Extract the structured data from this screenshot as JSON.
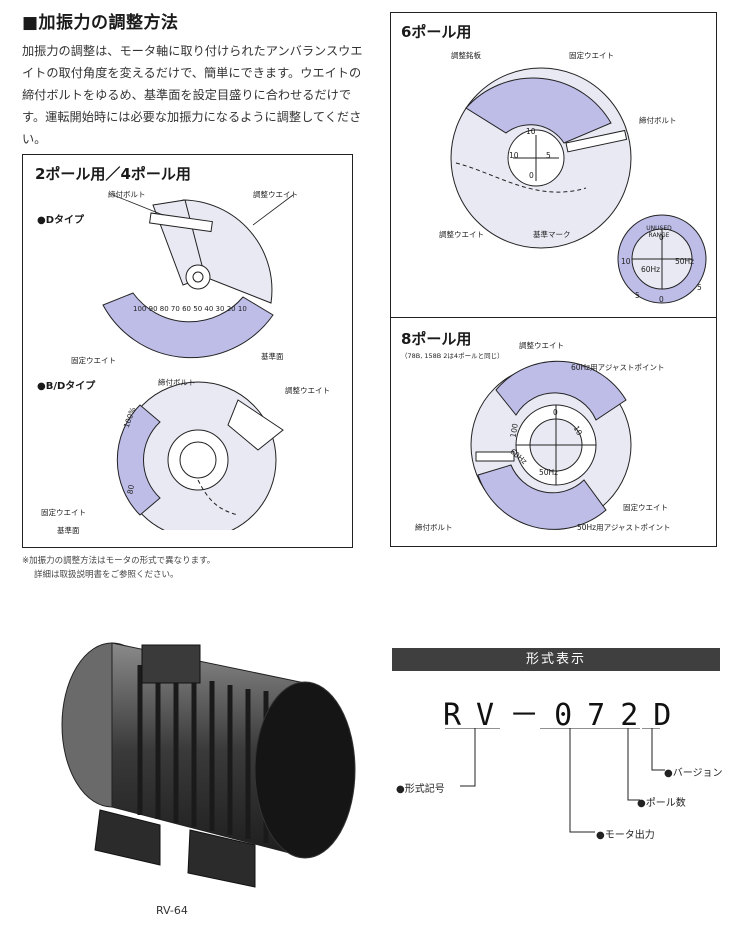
{
  "page": {
    "heading": "■加振力の調整方法",
    "intro": "加振力の調整は、モータ軸に取り付けられたアンバランスウエイトの取付角度を変えるだけで、簡単にできます。ウエイトの締付ボルトをゆるめ、基準面を設定目盛りに合わせるだけです。運転開始時には必要な加振力になるように調整してください。"
  },
  "panel_2_4": {
    "title": "2ポール用／4ポール用",
    "d_type": "●Dタイプ",
    "bd_type": "●B/Dタイプ",
    "d_labels": {
      "bolt": "締付ボルト",
      "adj_weight": "調整ウエイト",
      "fixed_weight": "固定ウエイト",
      "ref_face": "基準面"
    },
    "bd_labels": {
      "bolt": "締付ボルト",
      "adj_weight": "調整ウエイト",
      "fixed_weight": "固定ウエイト",
      "ref_face": "基準面"
    },
    "d_scale": [
      "100",
      "90",
      "80",
      "70",
      "60",
      "50",
      "40",
      "30",
      "20",
      "10"
    ],
    "bd_scale_top": "100%",
    "bd_scale_bottom": "80"
  },
  "panel_6": {
    "title": "6ポール用",
    "labels": {
      "nameplate": "調整銘板",
      "fixed_weight": "固定ウエイト",
      "bolt": "締付ボルト",
      "adj_weight": "調整ウエイト",
      "ref_mark": "基準マーク"
    },
    "dial_numbers": [
      "10",
      "5",
      "0",
      "10"
    ],
    "big_dial": {
      "top": "UNUSED RANGE",
      "n10": "10",
      "n0": "0",
      "n5l": "5",
      "n5r": "5",
      "n0b": "0",
      "hz60": "60Hz",
      "hz50": "50Hz"
    }
  },
  "panel_8": {
    "title": "8ポール用",
    "subtitle": "（78B, 158B 2は4ポールと同じ）",
    "labels": {
      "adj_weight": "調整ウエイト",
      "point_60": "60Hz用アジャストポイント",
      "fixed_weight": "固定ウエイト",
      "bolt": "締付ボルト",
      "point_50": "50Hz用アジャストポイント"
    },
    "dial": {
      "n100": "100",
      "n0": "0",
      "n10": "10",
      "n60": "60Hz",
      "n50": "50Hz"
    }
  },
  "footnote": {
    "line1": "※加振力の調整方法はモータの形式で異なります。",
    "line2": "詳細は取扱説明書をご参照ください。"
  },
  "motor_caption": "RV-64",
  "model_section": {
    "banner": "形式表示",
    "code": "RV－072D",
    "legend": {
      "version": "●バージョン",
      "poles": "●ポール数",
      "series": "●形式記号",
      "output": "●モータ出力"
    }
  },
  "colors": {
    "weight_fill": "#bdbde8",
    "body_fill": "#e9e9f4",
    "banner": "#3f3f3f",
    "motor_dark": "#2b2b2b"
  }
}
